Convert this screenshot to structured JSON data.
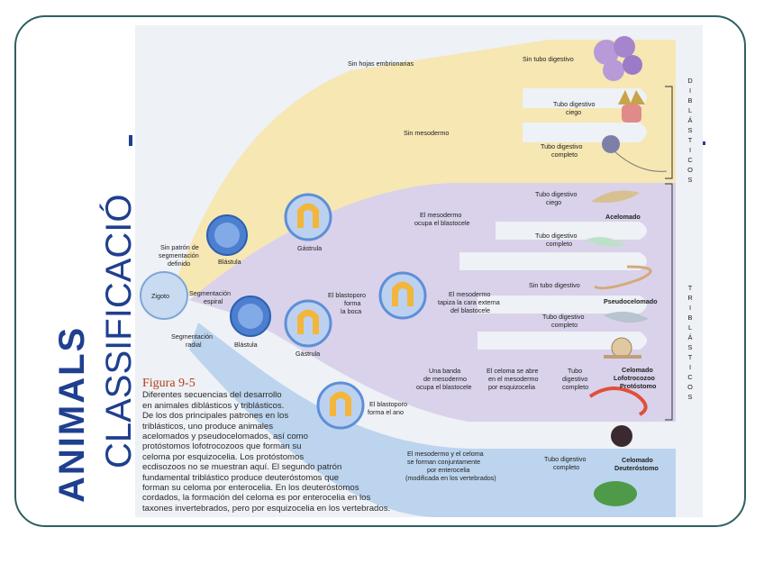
{
  "title": {
    "line1": "ANIMALS",
    "line2": "CLASSIFICACIÓ"
  },
  "figure": {
    "number": "Figura 9-5",
    "caption": [
      "Diferentes secuencias del desarrollo",
      "en animales diblásticos y triblásticos.",
      "De los dos principales patrones en los",
      "triblásticos, uno produce animales",
      "acelomados y pseudocelomados, así como",
      "protóstomos lofotrocozoos que forman su",
      "celoma por esquizocelia. Los protóstomos",
      "ecdisozoos no se muestran aquí. El segundo patrón",
      "fundamental triblástico produce deuteróstomos que",
      "forman su celoma por enterocelia. En los deuteróstomos",
      "cordados, la formación del celoma es por enterocelia en los",
      "taxones invertebrados, pero por esquizocelia en los vertebrados."
    ]
  },
  "labels": {
    "sin_hojas": "Sin hojas embrionarias",
    "sin_tubo_1": "Sin tubo digestivo",
    "tubo_ciego_1a": "Tubo digestivo",
    "tubo_ciego_1b": "ciego",
    "sin_mesodermo": "Sin mesodermo",
    "tubo_completo_1a": "Tubo digestivo",
    "tubo_completo_1b": "completo",
    "diblasticos": [
      "D",
      "I",
      "B",
      "L",
      "Á",
      "S",
      "T",
      "I",
      "C",
      "O",
      "S"
    ],
    "triblasticos": [
      "T",
      "R",
      "I",
      "B",
      "L",
      "Á",
      "S",
      "T",
      "I",
      "C",
      "O",
      "S"
    ],
    "mesodermo_ocupa_a": "El mesodermo",
    "mesodermo_ocupa_b": "ocupa el blastocele",
    "tubo_ciego_2a": "Tubo digestivo",
    "tubo_ciego_2b": "ciego",
    "acelomado": "Acelomado",
    "tubo_completo_2a": "Tubo digestivo",
    "tubo_completo_2b": "completo",
    "sin_patron_a": "Sin patrón de",
    "sin_patron_b": "segmentación",
    "sin_patron_c": "definido",
    "blastula_1": "Blástula",
    "gastrula_1": "Gástrula",
    "zigoto": "Zigoto",
    "seg_espiral_a": "Segmentación",
    "seg_espiral_b": "espiral",
    "blastoporo_boca_a": "El blastoporo",
    "blastoporo_boca_b": "forma",
    "blastoporo_boca_c": "la boca",
    "tapiza_a": "El mesodermo",
    "tapiza_b": "tapiza la cara externa",
    "tapiza_c": "del blastocele",
    "sin_tubo_2": "Sin tubo digestivo",
    "pseudocelomado": "Pseudocelomado",
    "tubo_completo_3a": "Tubo digestivo",
    "tubo_completo_3b": "completo",
    "seg_radial_a": "Segmentación",
    "seg_radial_b": "radial",
    "blastula_2": "Blástula",
    "gastrula_2": "Gástrula",
    "banda_a": "Una banda",
    "banda_b": "de mesodermo",
    "banda_c": "ocupa el blastocele",
    "celoma_abre_a": "El celoma se abre",
    "celoma_abre_b": "en el mesodermo",
    "celoma_abre_c": "por esquizocelia",
    "tubo_completo_4a": "Tubo",
    "tubo_completo_4b": "digestivo",
    "tubo_completo_4c": "completo",
    "celomado_loph_a": "Celomado",
    "celomado_loph_b": "Lofotrocozoo",
    "celomado_loph_c": "Protóstomo",
    "blastoporo_ano_a": "El blastoporo",
    "blastoporo_ano_b": "forma el ano",
    "conjunta_a": "El mesodermo y el celoma",
    "conjunta_b": "se forman conjuntamente",
    "conjunta_c": "por enterocelia",
    "conjunta_d": "(modificada en los vertebrados)",
    "tubo_completo_5a": "Tubo digestivo",
    "tubo_completo_5b": "completo",
    "celomado_deut_a": "Celomado",
    "celomado_deut_b": "Deuteróstomo"
  },
  "colors": {
    "frame": "#2f5f60",
    "title": "#1f3f8f",
    "diblastic_band": "#f6e7b3",
    "triblastic_band": "#d9d2ea",
    "deuterostome_band": "#bcd4ee",
    "caption_fig": "#b0401a"
  }
}
